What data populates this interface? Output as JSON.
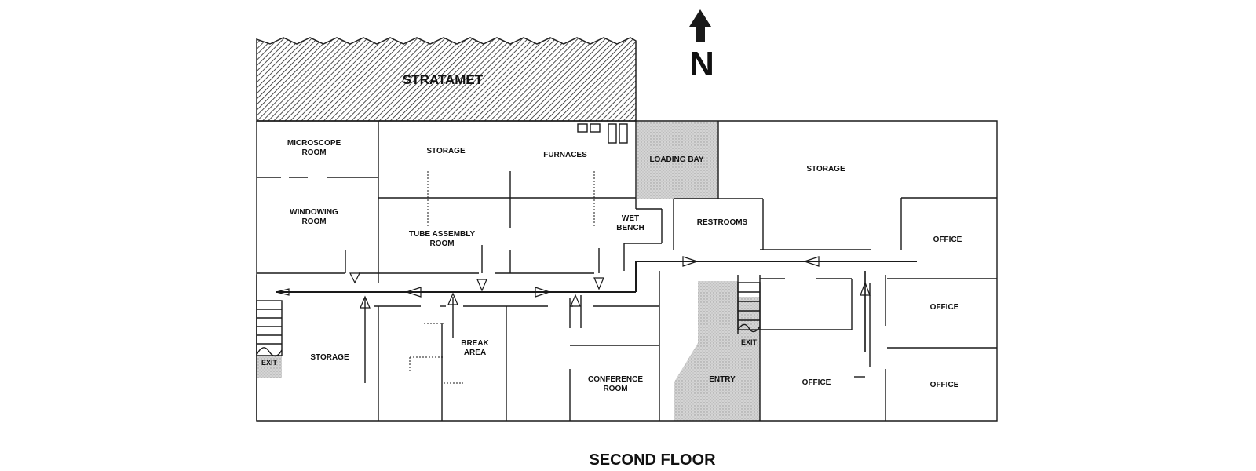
{
  "building": {
    "neighbor_label": "STRATAMET",
    "north_label": "N",
    "caption": "SECOND FLOOR"
  },
  "rooms": {
    "microscope": "MICROSCOPE\nROOM",
    "windowing": "WINDOWING\nROOM",
    "storage_nw": "STORAGE",
    "furnaces": "FURNACES",
    "tube_assembly": "TUBE ASSEMBLY\nROOM",
    "wet_bench": "WET\nBENCH",
    "loading_bay": "LOADING BAY",
    "restrooms": "RESTROOMS",
    "storage_ne": "STORAGE",
    "office_1": "OFFICE",
    "office_2": "OFFICE",
    "office_3": "OFFICE",
    "office_4": "OFFICE",
    "storage_sw": "STORAGE",
    "break_area": "BREAK\nAREA",
    "conference": "CONFERENCE\nROOM",
    "entry": "ENTRY",
    "exit_west": "EXIT",
    "exit_center": "EXIT"
  },
  "colors": {
    "line": "#1a1a1a",
    "stipple": "#c8c8c8",
    "background": "#ffffff"
  }
}
